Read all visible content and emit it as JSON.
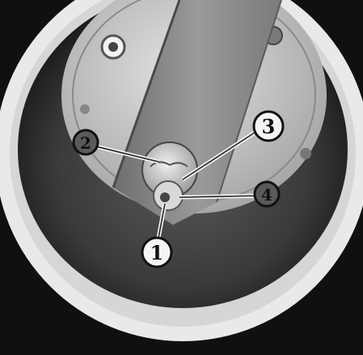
{
  "figure": {
    "callouts": [
      {
        "number": "1",
        "label": "1"
      },
      {
        "number": "2",
        "label": "2"
      },
      {
        "number": "3",
        "label": "3"
      },
      {
        "number": "4",
        "label": "4"
      }
    ]
  },
  "colors": {
    "background": "#101010",
    "outer_ring": "#e9e9e9",
    "dark_cup": "#3a3a3a",
    "inner_disc": "#c9c9c9",
    "shaft": "#8c8c8c",
    "leader_line": "#f2f2f2",
    "callout_fill": "#f4f4f4",
    "callout_stroke": "#111111"
  }
}
